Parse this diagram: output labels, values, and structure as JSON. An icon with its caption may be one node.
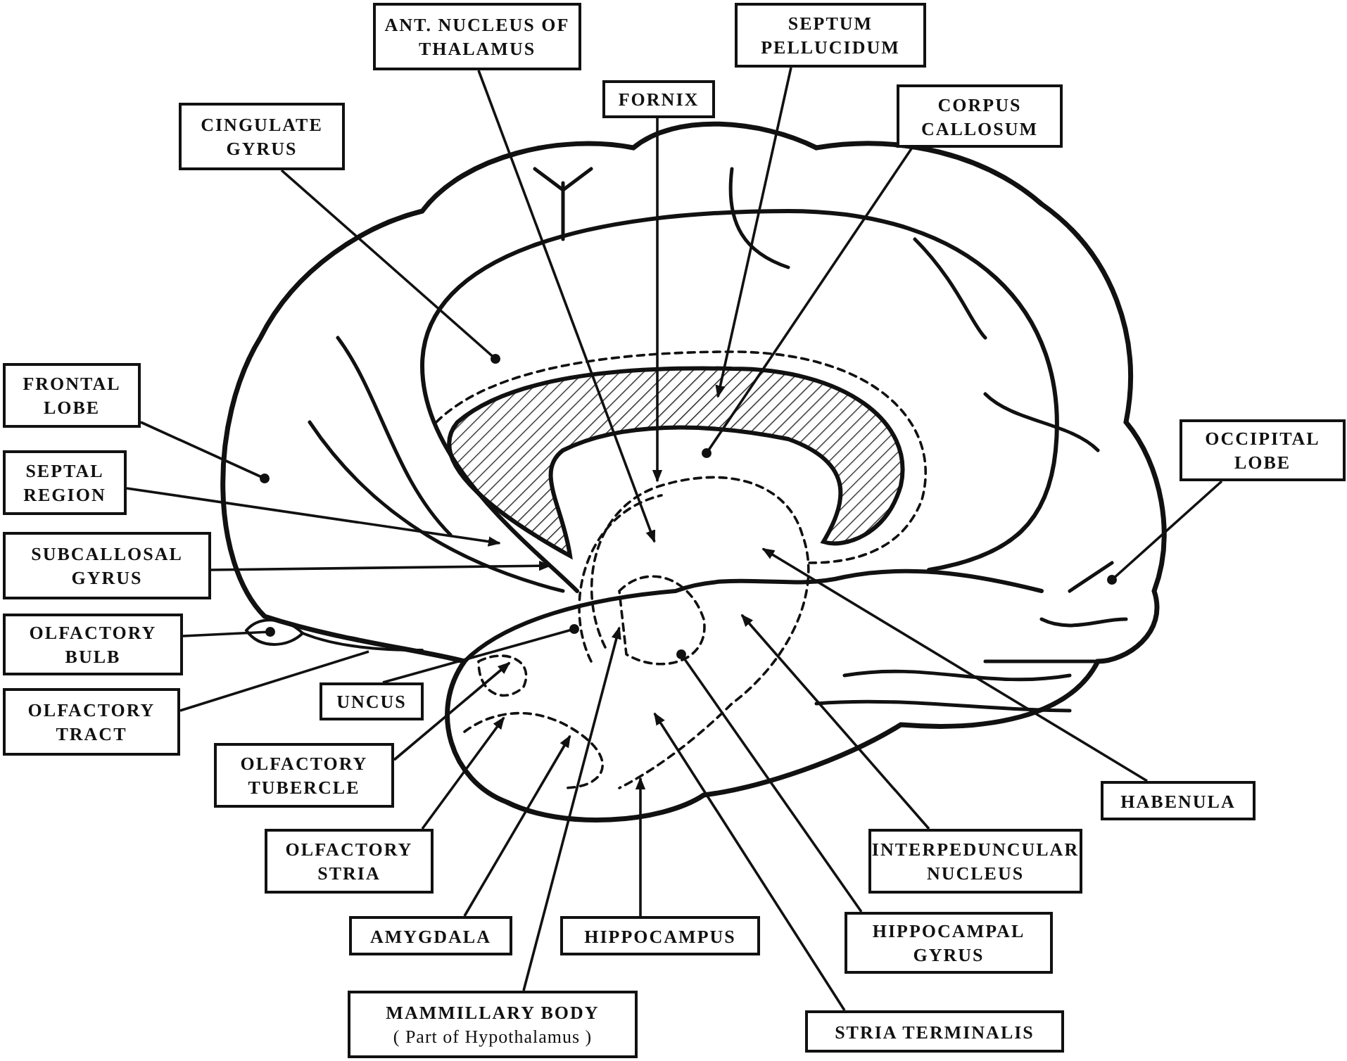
{
  "diagram": {
    "nodes": [
      {
        "text": [
          "ANT. NUCLEUS OF THALAMUS"
        ]
      },
      {
        "text": [
          "SEPTUM PELLUCIDUM"
        ]
      },
      {
        "text": [
          "FORNIX"
        ]
      },
      {
        "text": [
          "CORPUS CALLOSUM"
        ]
      },
      {
        "text": [
          "CINGULATE GYRUS"
        ]
      },
      {
        "text": [
          "FRONTAL LOBE"
        ]
      },
      {
        "text": [
          "SEPTAL REGION"
        ]
      },
      {
        "text": [
          "SUBCALLOSAL GYRUS"
        ]
      },
      {
        "text": [
          "OLFACTORY BULB"
        ]
      },
      {
        "text": [
          "OLFACTORY TRACT"
        ]
      },
      {
        "text": [
          "UNCUS"
        ]
      },
      {
        "text": [
          "OLFACTORY TUBERCLE"
        ]
      },
      {
        "text": [
          "OLFACTORY STRIA"
        ]
      },
      {
        "text": [
          "AMYGDALA"
        ]
      },
      {
        "text": [
          "HIPPOCAMPUS"
        ]
      },
      {
        "text": [
          "MAMMILLARY BODY",
          "( Part of Hypothalamus )"
        ]
      },
      {
        "text": [
          "STRIA TERMINALIS"
        ]
      },
      {
        "text": [
          "HIPPOCAMPAL GYRUS"
        ]
      },
      {
        "text": [
          "INTERPEDUNCULAR NUCLEUS"
        ]
      },
      {
        "text": [
          "HABENULA"
        ]
      },
      {
        "text": [
          "OCCIPITAL LOBE"
        ]
      }
    ],
    "edges": [
      {
        "from": 0,
        "to": null,
        "arrow": "to"
      },
      {
        "from": 1,
        "to": null,
        "arrow": "to"
      },
      {
        "from": 2,
        "to": null,
        "arrow": "to"
      },
      {
        "from": 3,
        "to": null,
        "arrow": "other"
      },
      {
        "from": 4,
        "to": null,
        "arrow": "other"
      },
      {
        "from": 5,
        "to": null,
        "arrow": "other"
      },
      {
        "from": 6,
        "to": null,
        "arrow": "to"
      },
      {
        "from": 7,
        "to": null,
        "arrow": "to"
      },
      {
        "from": 8,
        "to": null,
        "arrow": "other"
      },
      {
        "from": 9,
        "to": null,
        "arrow": "none"
      },
      {
        "from": 10,
        "to": null,
        "arrow": "other"
      },
      {
        "from": 11,
        "to": null,
        "arrow": "to"
      },
      {
        "from": 12,
        "to": null,
        "arrow": "to"
      },
      {
        "from": 13,
        "to": null,
        "arrow": "to"
      },
      {
        "from": 14,
        "to": null,
        "arrow": "to"
      },
      {
        "from": 15,
        "to": null,
        "arrow": "to"
      },
      {
        "from": 16,
        "to": null,
        "arrow": "to"
      },
      {
        "from": 17,
        "to": null,
        "arrow": "other"
      },
      {
        "from": 18,
        "to": null,
        "arrow": "to"
      },
      {
        "from": 19,
        "to": null,
        "arrow": "to"
      },
      {
        "from": 20,
        "to": null,
        "arrow": "other"
      }
    ]
  }
}
